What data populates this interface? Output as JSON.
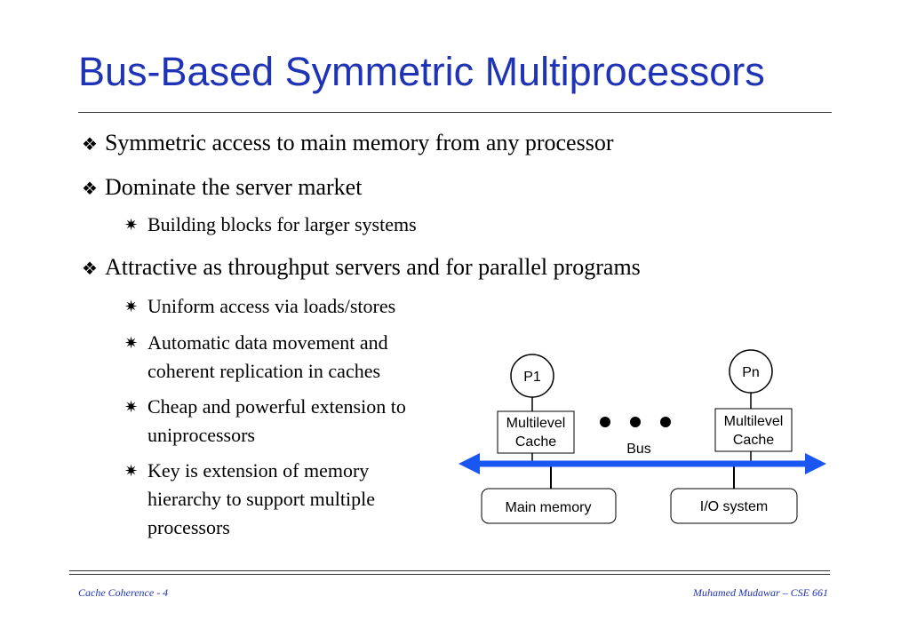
{
  "slide": {
    "title": "Bus-Based Symmetric Multiprocessors",
    "bullets": [
      "Symmetric access to main memory from any processor",
      "Dominate the server market",
      "Attractive as throughput servers and for parallel programs"
    ],
    "sub_bullets": [
      "Building blocks for larger systems",
      "Uniform access via loads/stores",
      "Automatic data movement and\ncoherent replication in caches",
      "Cheap and powerful extension to\nuniprocessors",
      "Key is extension of memory\nhierarchy to support multiple\nprocessors"
    ],
    "bullet_glyph": "❖",
    "sub_bullet_glyph": "✷"
  },
  "diagram": {
    "processor_1": "P1",
    "processor_n": "Pn",
    "cache_1_line1": "Multilevel",
    "cache_1_line2": "Cache",
    "cache_n_line1": "Multilevel",
    "cache_n_line2": "Cache",
    "bus_label": "Bus",
    "main_memory": "Main memory",
    "io_system": "I/O system",
    "bus_color": "#1a56f0"
  },
  "footer": {
    "left": "Cache Coherence - 4",
    "right": "Muhamed Mudawar – CSE 661"
  }
}
